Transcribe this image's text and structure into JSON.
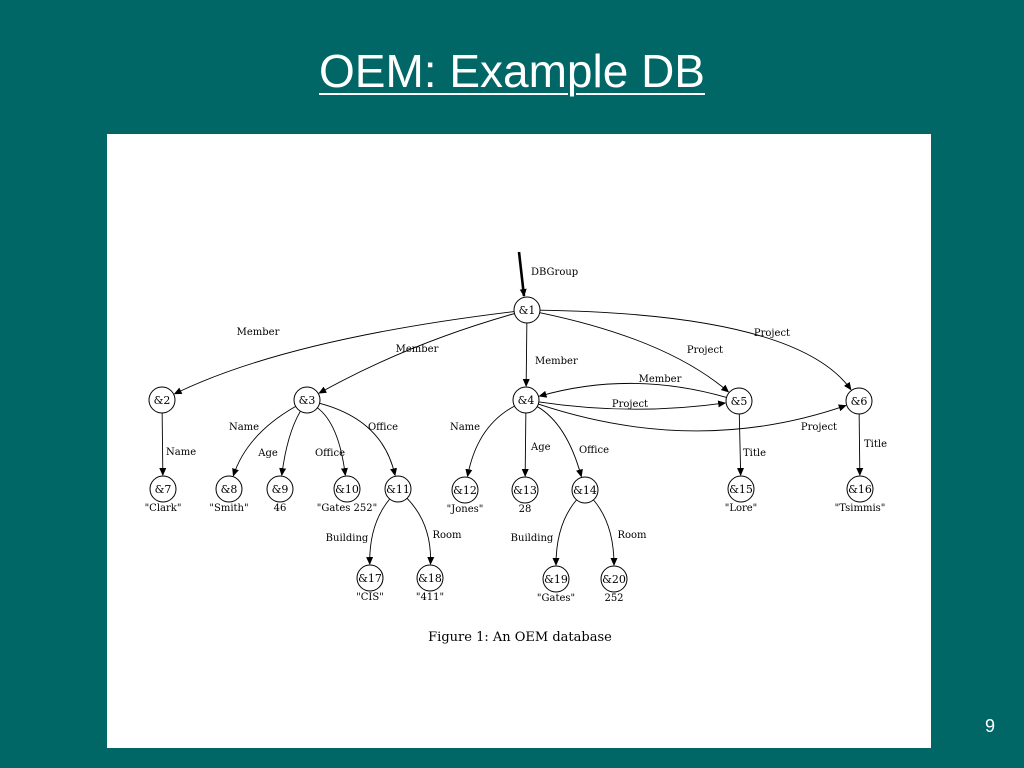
{
  "slide": {
    "title": "OEM: Example DB",
    "page_number": "9"
  },
  "figure": {
    "caption": "Figure 1:  An OEM database",
    "root_label": "DBGroup",
    "nodes": [
      {
        "id": "n1",
        "label": "&1"
      },
      {
        "id": "n2",
        "label": "&2"
      },
      {
        "id": "n3",
        "label": "&3"
      },
      {
        "id": "n4",
        "label": "&4"
      },
      {
        "id": "n5",
        "label": "&5"
      },
      {
        "id": "n6",
        "label": "&6"
      },
      {
        "id": "n7",
        "label": "&7",
        "value": "\"Clark\""
      },
      {
        "id": "n8",
        "label": "&8",
        "value": "\"Smith\""
      },
      {
        "id": "n9",
        "label": "&9",
        "value": "46"
      },
      {
        "id": "n10",
        "label": "&10",
        "value": "\"Gates 252\""
      },
      {
        "id": "n11",
        "label": "&11"
      },
      {
        "id": "n12",
        "label": "&12",
        "value": "\"Jones\""
      },
      {
        "id": "n13",
        "label": "&13",
        "value": "28"
      },
      {
        "id": "n14",
        "label": "&14"
      },
      {
        "id": "n15",
        "label": "&15",
        "value": "\"Lore\""
      },
      {
        "id": "n16",
        "label": "&16",
        "value": "\"Tsimmis\""
      },
      {
        "id": "n17",
        "label": "&17",
        "value": "\"CIS\""
      },
      {
        "id": "n18",
        "label": "&18",
        "value": "\"411\""
      },
      {
        "id": "n19",
        "label": "&19",
        "value": "\"Gates\""
      },
      {
        "id": "n20",
        "label": "&20",
        "value": "252"
      }
    ],
    "edges": [
      {
        "from": "n1",
        "to": "n2",
        "label": "Member"
      },
      {
        "from": "n1",
        "to": "n3",
        "label": "Member"
      },
      {
        "from": "n1",
        "to": "n4",
        "label": "Member"
      },
      {
        "from": "n1",
        "to": "n5",
        "label": "Project"
      },
      {
        "from": "n1",
        "to": "n6",
        "label": "Project"
      },
      {
        "from": "n2",
        "to": "n7",
        "label": "Name"
      },
      {
        "from": "n3",
        "to": "n8",
        "label": "Name"
      },
      {
        "from": "n3",
        "to": "n9",
        "label": "Age"
      },
      {
        "from": "n3",
        "to": "n10",
        "label": "Office"
      },
      {
        "from": "n3",
        "to": "n11",
        "label": "Office"
      },
      {
        "from": "n4",
        "to": "n12",
        "label": "Name"
      },
      {
        "from": "n4",
        "to": "n13",
        "label": "Age"
      },
      {
        "from": "n4",
        "to": "n14",
        "label": "Office"
      },
      {
        "from": "n4",
        "to": "n5",
        "label": "Project"
      },
      {
        "from": "n5",
        "to": "n4",
        "label": "Member"
      },
      {
        "from": "n4",
        "to": "n6",
        "label": "Project"
      },
      {
        "from": "n5",
        "to": "n15",
        "label": "Title"
      },
      {
        "from": "n6",
        "to": "n16",
        "label": "Title"
      },
      {
        "from": "n11",
        "to": "n17",
        "label": "Building"
      },
      {
        "from": "n11",
        "to": "n18",
        "label": "Room"
      },
      {
        "from": "n14",
        "to": "n19",
        "label": "Building"
      },
      {
        "from": "n14",
        "to": "n20",
        "label": "Room"
      }
    ]
  }
}
